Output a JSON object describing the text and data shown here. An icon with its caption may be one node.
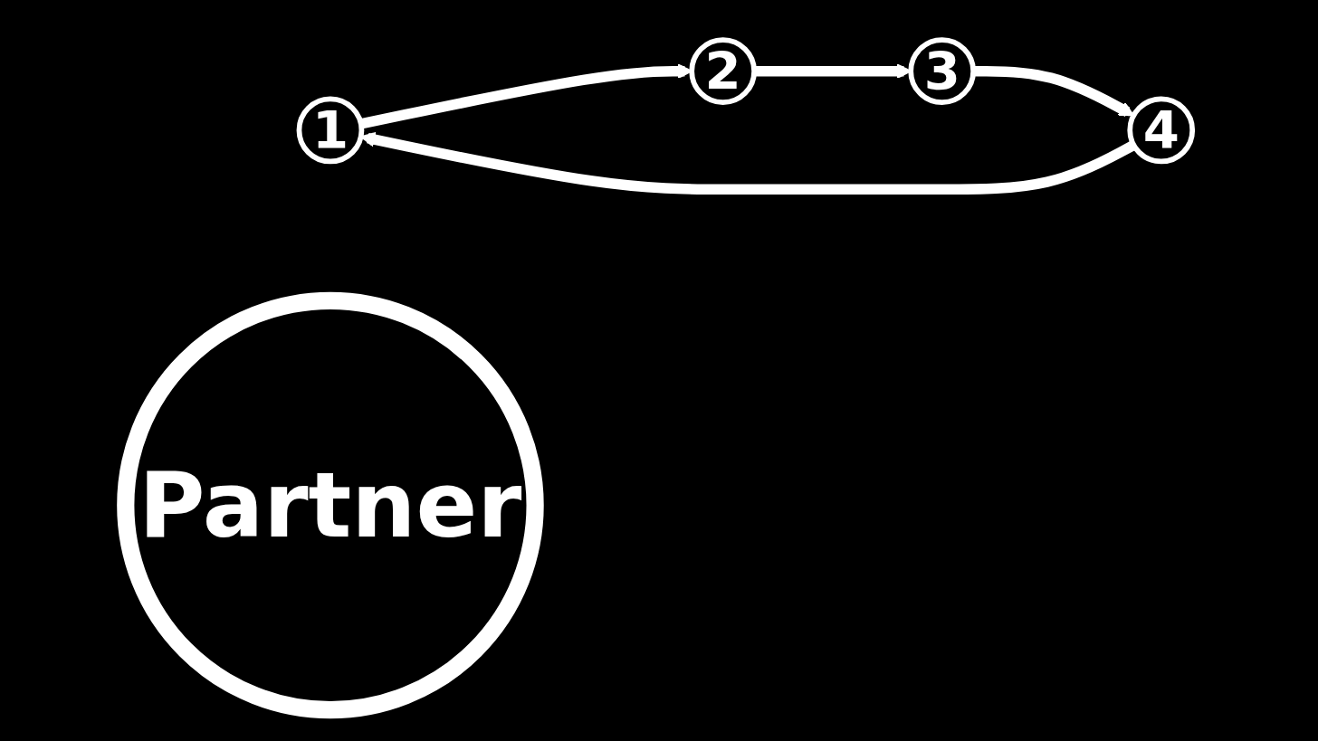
{
  "diagram": {
    "nodes": [
      {
        "text": [
          "1"
        ]
      },
      {
        "text": [
          "2"
        ]
      },
      {
        "text": [
          "Partner"
        ]
      },
      {
        "text": [
          "4"
        ]
      },
      {
        "text": [
          "3"
        ]
      }
    ],
    "edges": [
      {
        "from": 0,
        "to": 1,
        "arrow": "to"
      },
      {
        "from": 1,
        "to": 4,
        "arrow": "to"
      },
      {
        "from": 4,
        "to": 3,
        "arrow": "to"
      },
      {
        "from": 3,
        "to": 0,
        "arrow": "to"
      }
    ]
  }
}
